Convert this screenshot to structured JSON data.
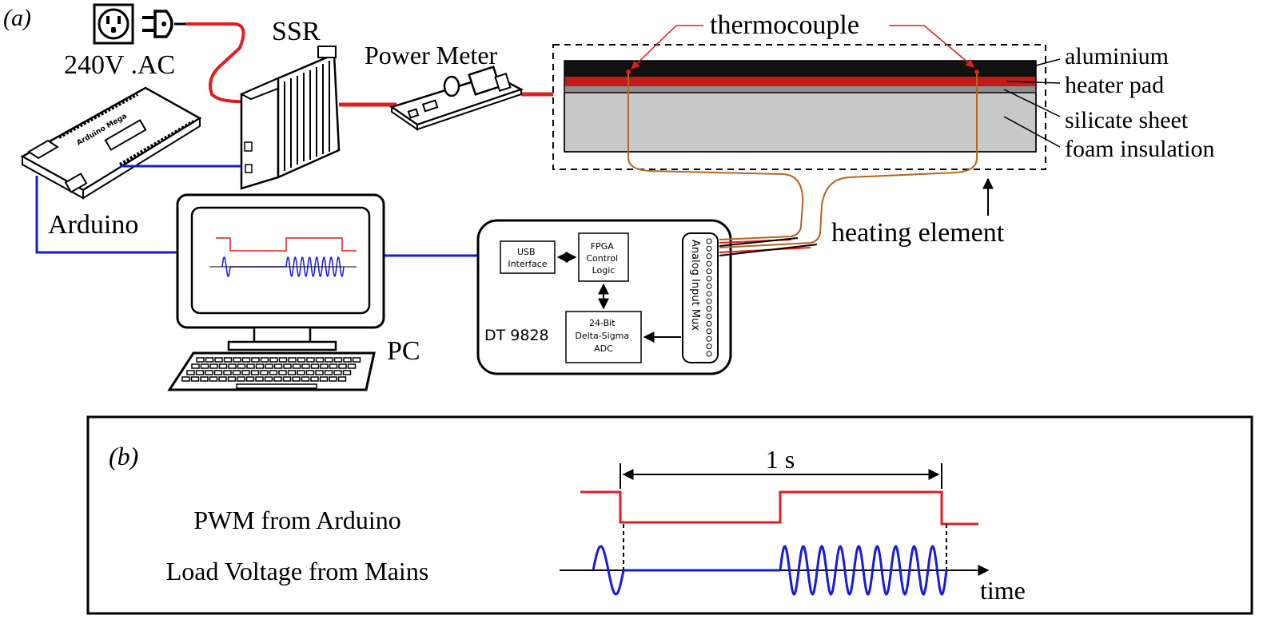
{
  "panel_a": {
    "tag": "(a)",
    "outlet_label": "240V .AC",
    "ssr_label": "SSR",
    "power_meter_label": "Power Meter",
    "arduino_label": "Arduino",
    "arduino_board_text": "Arduino Mega",
    "pc_label": "PC",
    "thermocouple_label": "thermocouple",
    "layers": [
      "aluminium",
      "heater pad",
      "silicate sheet",
      "foam insulation"
    ],
    "heating_element_label": "heating element",
    "daq": {
      "name": "DT 9828",
      "usb": [
        "USB",
        "Interface"
      ],
      "fpga": [
        "FPGA",
        "Control",
        "Logic"
      ],
      "adc": [
        "24-Bit",
        "Delta-Sigma",
        "ADC"
      ],
      "mux": "Analog Input Mux"
    }
  },
  "panel_b": {
    "tag": "(b)",
    "period_label": "1 s",
    "pwm_label": "PWM from Arduino",
    "load_label": "Load Voltage from Mains",
    "time_label": "time"
  },
  "colors": {
    "power_line": "#e01e1e",
    "data_line": "#1a1adb",
    "thermocouple_wire": "#b5651d",
    "aluminium": "#111111",
    "heater_pad": "#c41a1a",
    "silicate_sheet": "#8e8e8e",
    "foam_insulation": "#c8c8c8"
  }
}
